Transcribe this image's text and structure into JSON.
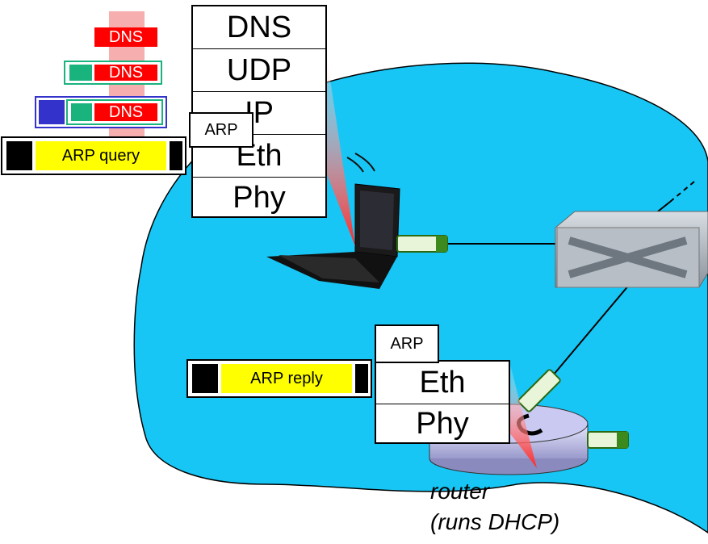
{
  "host_stack": {
    "layers": [
      "DNS",
      "UDP",
      "IP",
      "Eth",
      "Phy"
    ],
    "arp_label": "ARP"
  },
  "router_stack": {
    "layers": [
      "Eth",
      "Phy"
    ],
    "arp_label": "ARP"
  },
  "packets": {
    "dns_label": "DNS",
    "arp_query_label": "ARP query",
    "arp_reply_label": "ARP reply"
  },
  "router_caption": {
    "line1": "router",
    "line2": "(runs DHCP)"
  },
  "colors": {
    "network_blob": "#17c6f5",
    "dns_red": "#ff0000",
    "udp_green": "#19b37e",
    "ip_blue": "#3333cc",
    "arp_yellow": "#ffff00",
    "highlight_pink": "#f4a0a0",
    "beam_red": "#ff3333"
  }
}
